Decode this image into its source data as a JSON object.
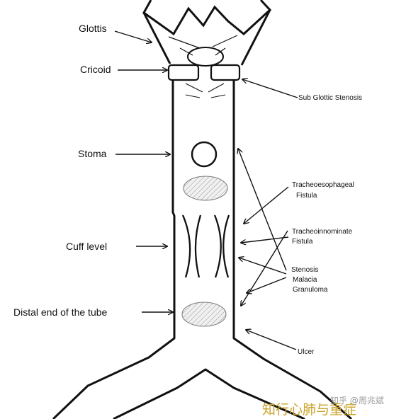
{
  "labels_left": {
    "glottis": "Glottis",
    "cricoid": "Cricoid",
    "stoma": "Stoma",
    "cuff_level": "Cuff level",
    "distal_end": "Distal end of the tube"
  },
  "labels_right": {
    "subglottic": "Sub Glottic Stenosis",
    "te_fistula_1": "Tracheoesophageal",
    "te_fistula_2": "Fistula",
    "ti_fistula_1": "Tracheoinnominate",
    "ti_fistula_2": "Fistula",
    "stenosis": "Stenosis",
    "malacia": "Malacia",
    "granuloma": "Granuloma",
    "ulcer": "Ulcer"
  },
  "watermark": {
    "small": "知乎 @周兆斌",
    "large": "知行心肺与重症"
  },
  "colors": {
    "line": "#111111",
    "hatch_fill": "#f0f0f0",
    "watermark_small": "#9a9a9a",
    "watermark_large": "#c9a227"
  }
}
